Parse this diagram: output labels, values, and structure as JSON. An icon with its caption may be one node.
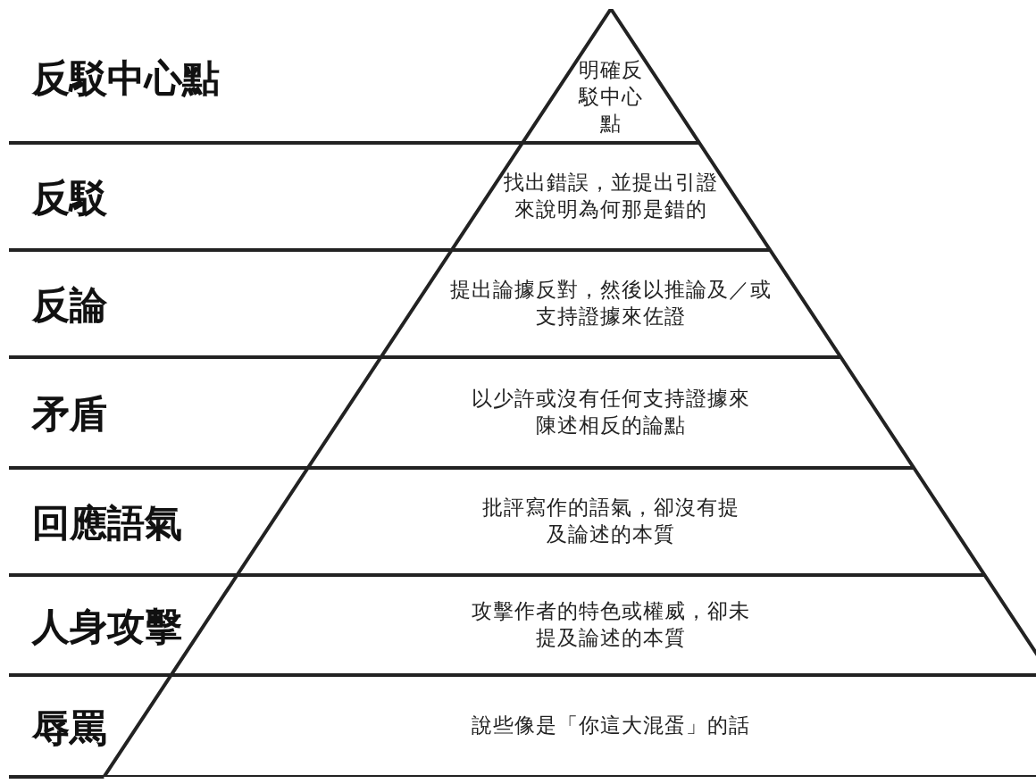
{
  "diagram": {
    "nodes": [
      {
        "text": [
          "明確反駁中心點"
        ]
      },
      {
        "text": [
          "找出錯誤，並提出引證來說明為何那是錯的"
        ]
      },
      {
        "text": [
          "提出論據反對，然後以推論及／或支持證據來佐證"
        ]
      },
      {
        "text": [
          "以少許或沒有任何支持證據來陳述相反的論點"
        ]
      },
      {
        "text": [
          "批評寫作的語氣，卻沒有提及論述的本質"
        ]
      },
      {
        "text": [
          "攻擊作者的特色或權威，卻未提及論述的本質"
        ]
      },
      {
        "text": [
          "說些像是「你這大混蛋」的話"
        ]
      }
    ],
    "edges": [],
    "labels": [
      "反駁中心點",
      "反駁",
      "反論",
      "矛盾",
      "回應語氣",
      "人身攻擊",
      "辱罵"
    ]
  }
}
